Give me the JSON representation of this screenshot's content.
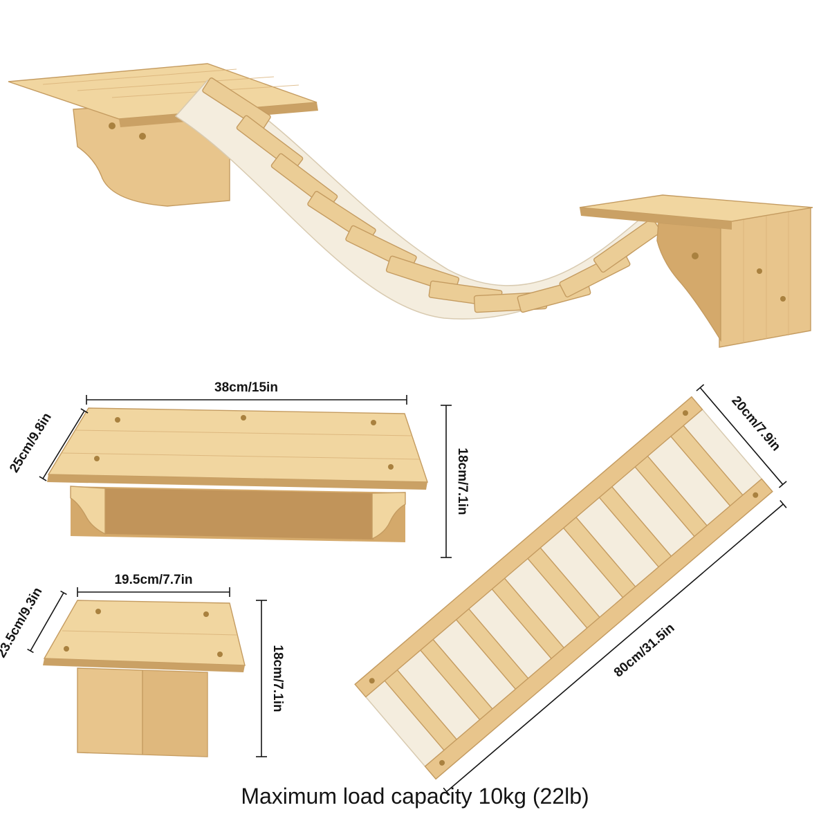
{
  "page": {
    "caption": "Maximum load capacity 10kg (22lb)"
  },
  "colors": {
    "wood_top": "#f1d6a0",
    "wood_mid": "#e8c58c",
    "wood_dark": "#d4a96b",
    "wood_shadow": "#c1945a",
    "wood_front": "#caa165",
    "wood_edge": "#c49b60",
    "step": "#ebcd96",
    "screw": "#a9813f",
    "fabric": "#f4edde",
    "fabric_edge": "#d8cab0",
    "grain": "#d8b077",
    "dimension": "#141414"
  },
  "large_shelf": {
    "width": "38cm/15in",
    "depth": "25cm/9.8in",
    "height": "18cm/7.1in"
  },
  "small_shelf": {
    "width": "19.5cm/7.7in",
    "depth": "23.5cm/9.3in",
    "height": "18cm/7.1in"
  },
  "bridge": {
    "width": "20cm/7.9in",
    "length": "80cm/31.5in"
  }
}
